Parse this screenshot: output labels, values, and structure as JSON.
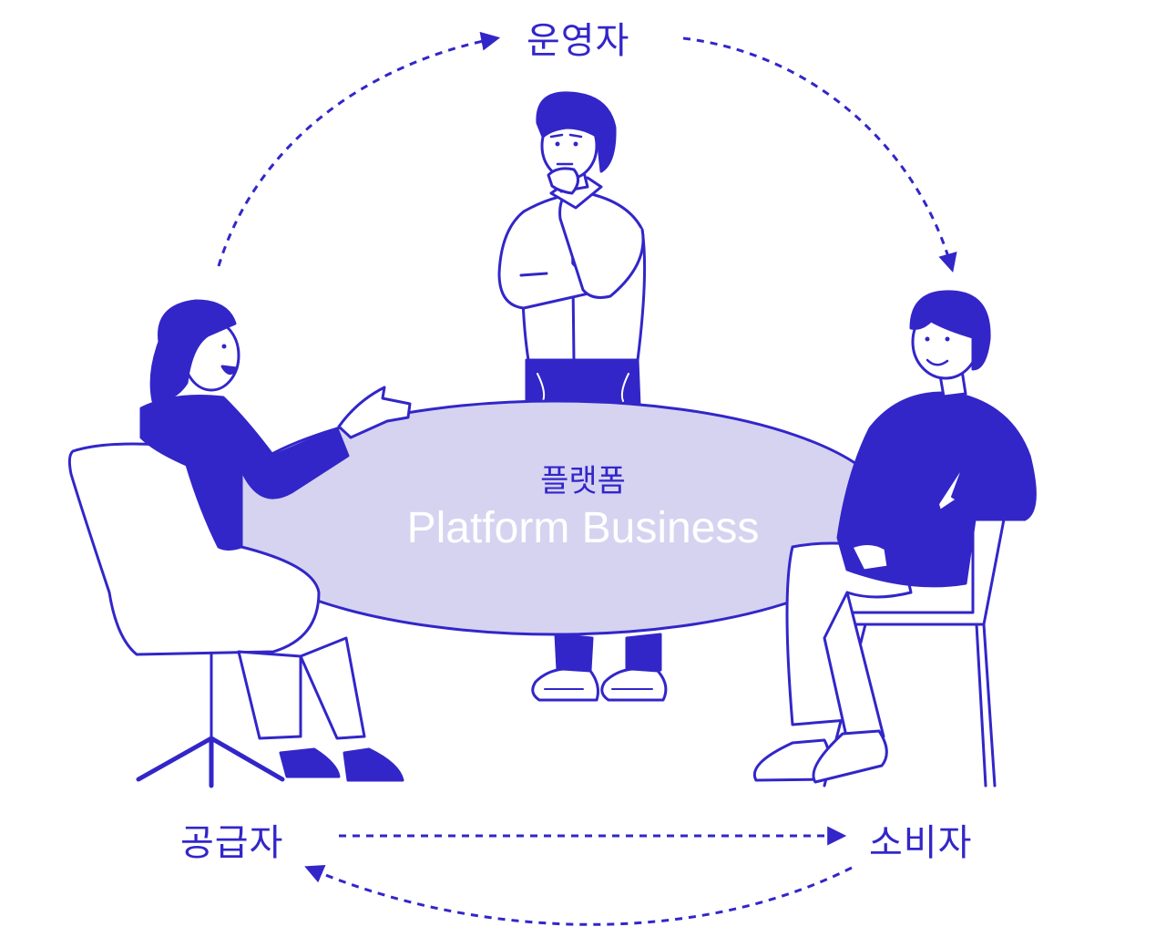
{
  "roles": {
    "operator": "운영자",
    "supplier": "공급자",
    "consumer": "소비자"
  },
  "table": {
    "title": "플랫폼",
    "subtitle": "Platform Business"
  },
  "colors": {
    "line": "#3226C9",
    "table_fill": "#D6D3F1",
    "fill_dark": "#3226C9",
    "fill_light": "#ffffff"
  }
}
